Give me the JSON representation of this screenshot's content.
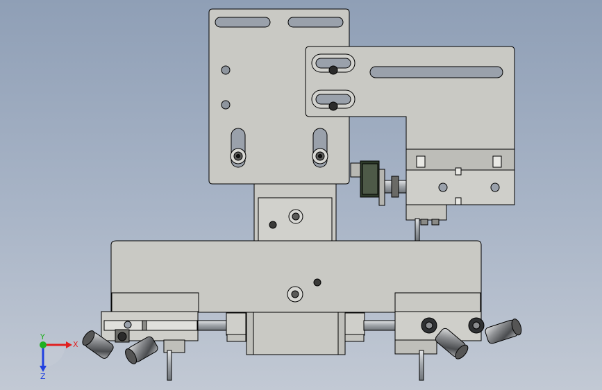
{
  "viewport": {
    "background_top": "#8f9fb6",
    "background_bottom": "#c2c9d4"
  },
  "model": {
    "body_color": "#c9c9c4",
    "outline_color": "#000000",
    "rod_color": "#a8aeb3",
    "fitting_color": "#7d7f82"
  },
  "triad": {
    "x_label": "X",
    "y_label": "Y",
    "z_label": "Z",
    "x_color": "#e02020",
    "y_color": "#20b020",
    "z_color": "#2040e0"
  }
}
